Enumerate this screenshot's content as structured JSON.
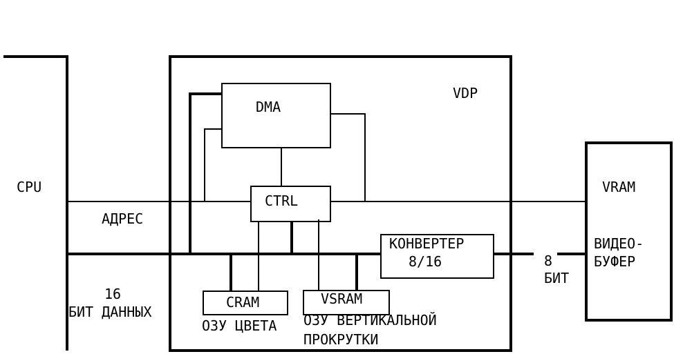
{
  "blocks": {
    "vdp": "VDP",
    "dma": "DMA",
    "ctrl": "CTRL",
    "cram": "CRAM",
    "vsram": "VSRAM",
    "vram": "VRAM",
    "converter_line1": "КОНВЕРТЕР",
    "converter_line2": "8/16"
  },
  "labels": {
    "cpu": "CPU",
    "address": "АДРЕС",
    "data_bits": "16",
    "data_bus": "БИТ ДАННЫХ",
    "cram_desc": "ОЗУ ЦВЕТА",
    "vsram_desc_line1": "ОЗУ ВЕРТИКАЛЬНОЙ",
    "vsram_desc_line2": "ПРОКРУТКИ",
    "vram_bits": "8",
    "vram_bits_unit": "БИТ",
    "vram_desc_line1": "ВИДЕО-",
    "vram_desc_line2": "БУФЕР"
  },
  "colors": {
    "stroke": "#000000",
    "background": "#ffffff"
  }
}
